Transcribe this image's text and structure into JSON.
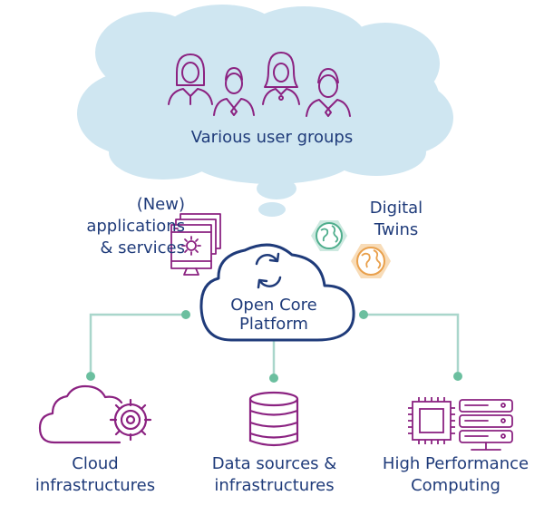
{
  "colors": {
    "cloud_fill": "#cfe6f1",
    "navy": "#1f3b7a",
    "purple": "#8b2281",
    "teal_line": "#a9d6cb",
    "teal_dot": "#6bbf9f",
    "hex_teal": "#cde9e0",
    "hex_orange": "#f8dcb8",
    "globe_teal": "#4fae8d",
    "globe_orange": "#e9a04c"
  },
  "icons": [
    "user-female-icon",
    "user-male-icon",
    "app-window-gear-icon",
    "globe-icon",
    "sync-arrows-icon",
    "cloud-gear-icon",
    "database-icon",
    "cpu-chip-icon",
    "server-icon"
  ],
  "user_groups": {
    "label": "Various user groups"
  },
  "applications": {
    "lines": [
      "(New)",
      "applications",
      "& services"
    ]
  },
  "digital_twins": {
    "lines": [
      "Digital",
      "Twins"
    ]
  },
  "platform": {
    "lines": [
      "Open Core",
      "Platform"
    ]
  },
  "cloud_infra": {
    "lines": [
      "Cloud",
      "infrastructures"
    ]
  },
  "data_sources": {
    "lines": [
      "Data sources &",
      "infrastructures"
    ]
  },
  "hpc": {
    "lines": [
      "High Performance",
      "Computing"
    ]
  }
}
